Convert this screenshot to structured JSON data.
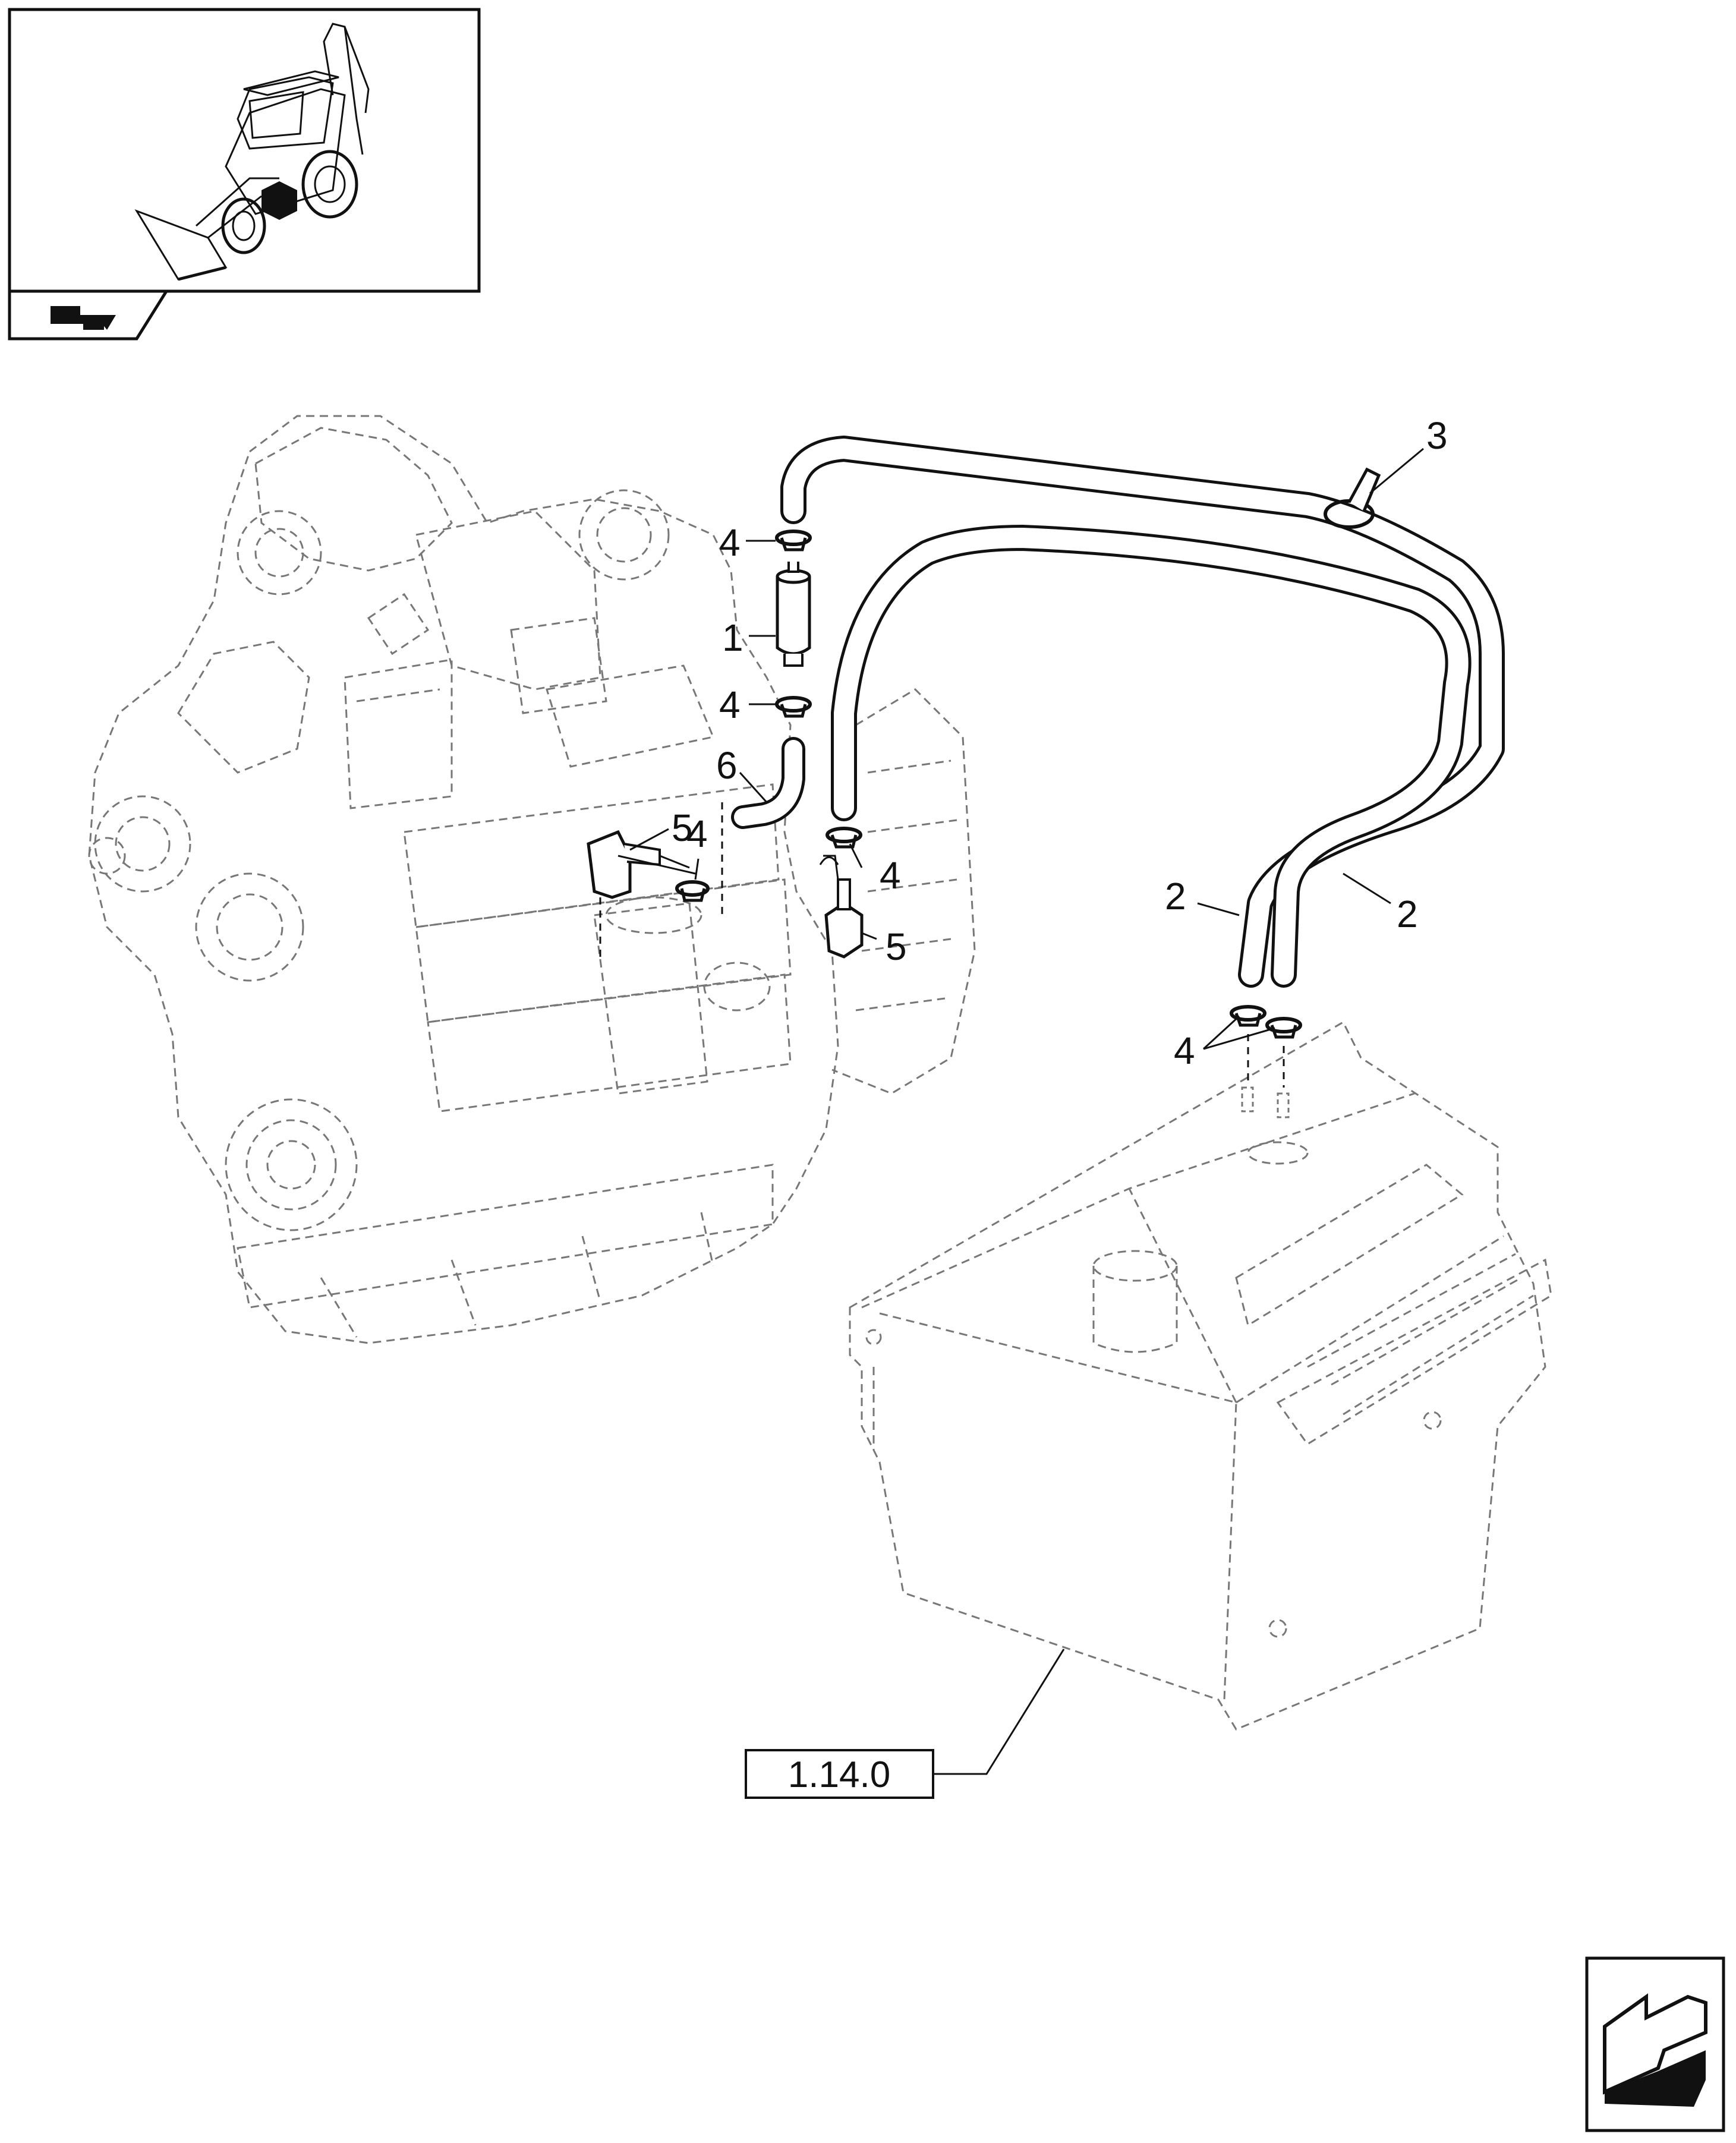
{
  "callouts": {
    "c1": "1",
    "c2a": "2",
    "c2b": "2",
    "c3": "3",
    "c4a": "4",
    "c4b": "4",
    "c4c": "4",
    "c4d": "4",
    "c4e": "4",
    "c5a": "5",
    "c5b": "5",
    "c6": "6"
  },
  "reference": {
    "label": "1.14.0"
  },
  "icons": {
    "thumbnail": "backhoe-loader-locator-icon",
    "nav_small": "nav-arrow-icon",
    "nav_large": "next-page-arrow-icon"
  }
}
